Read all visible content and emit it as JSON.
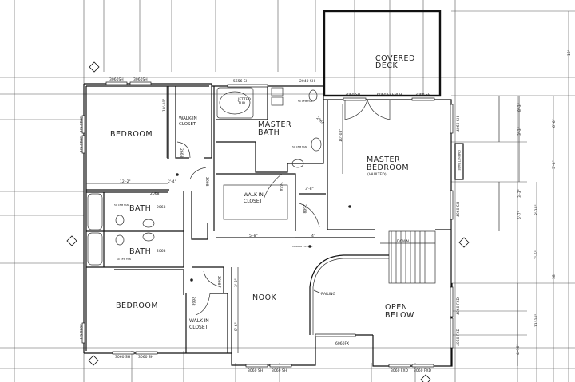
{
  "rooms": {
    "bedroom_upper": "BEDROOM",
    "walkin_upper_1": "WALK-IN",
    "walkin_upper_2": "CLOSET",
    "jetted_tub_1": "JETTED",
    "jetted_tub_2": "TUB",
    "master_bath_1": "MASTER",
    "master_bath_2": "BATH",
    "walkin_mid_1": "WALK-IN",
    "walkin_mid_2": "CLOSET",
    "covered_deck_1": "COVERED",
    "covered_deck_2": "DECK",
    "master_bedroom_1": "MASTER",
    "master_bedroom_2": "BEDROOM",
    "master_bedroom_note": "(VAULTED)",
    "bath_1": "BATH",
    "bath_2": "BATH",
    "bedroom_lower": "BEDROOM",
    "walkin_lower_1": "WALK-IN",
    "walkin_lower_2": "CLOSET",
    "nook": "NOOK",
    "open_below_1": "OPEN",
    "open_below_2": "BELOW",
    "railing": "RAILING",
    "down": "DOWN"
  },
  "windows": {
    "w_top_left_1": "3060SH",
    "w_top_left_2": "3060SH",
    "w_left_1": "3040 SH",
    "w_left_2": "3040 SH",
    "w_tub": "5656 SH",
    "w_wc": "2040 SH",
    "w_mb_1": "3060 SH",
    "w_mb_french": "6060 FRENCH",
    "w_mb_2": "3060 SH",
    "w_mb_right_1": "4060 SH",
    "w_mb_right_2": "4060 SH",
    "w_ob_right_1": "4060 FXD",
    "w_ob_right_2": "4060 FXD",
    "w_ob_bottom_1": "3060 FXD",
    "w_ob_bottom_2": "3060 FXD",
    "w_nook_1": "3060 SH",
    "w_nook_2": "3060 SH",
    "w_bed_bottom_1": "3060 SH",
    "w_bed_bottom_2": "3060 SH",
    "w_bed_left": "3060 SH",
    "w_entry": "6060FX"
  },
  "doors": [
    "2668",
    "2668",
    "2068",
    "2668",
    "2668",
    "2068",
    "2068",
    "2668",
    "2668",
    "2668"
  ],
  "fans": [
    "50 CFM FAN",
    "50 CFM FAN",
    "50 CFM FAN",
    "50 CFM FAN"
  ],
  "dimensions": {
    "bedroom_w": "12'-2\"",
    "bedroom_h": "10'-10\"",
    "closet_w": "2'-4\"",
    "mb_h": "10'-08\"",
    "hall_w": "5'-8\"",
    "hall_2": "4'",
    "stairs_w": "3'-8\"",
    "nook_h1": "3'-8\"",
    "nook_h2": "8'-6\"",
    "r1": "8'-3\"",
    "r2": "3'-3\"",
    "r3": "6'-6\"",
    "r4": "5'-8\"",
    "r5": "3'-3\"",
    "r6": "5'-7\"",
    "r7": "8'-10\"",
    "r8": "7'-6\"",
    "r9": "11'-10\"",
    "r10": "4'-10\"",
    "deck": "12'",
    "total": "38'"
  },
  "gas_label": "CEILING FIXTURE",
  "cabinet_label": "CABINET BASE",
  "line_color": "#111111",
  "background": "#ffffff"
}
